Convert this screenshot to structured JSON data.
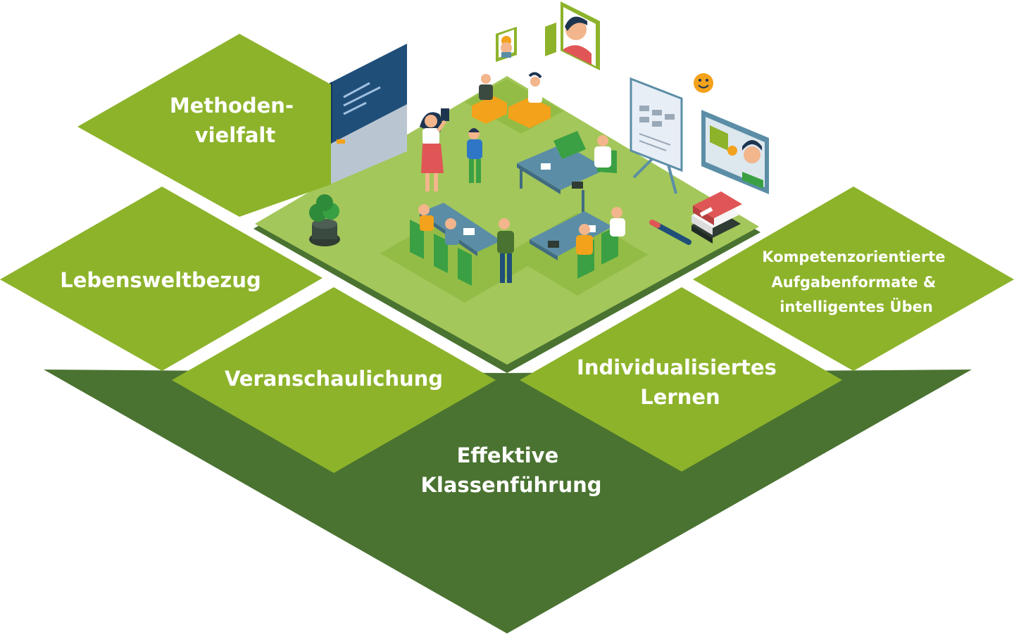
{
  "diagram": {
    "tiles": [
      {
        "key": "methodenvielfalt",
        "lines": [
          "Methoden-",
          "vielfalt"
        ],
        "color": "#8db32b"
      },
      {
        "key": "lebensweltbezug",
        "lines": [
          "Lebensweltbezug"
        ],
        "color": "#8db32b"
      },
      {
        "key": "veranschaulichung",
        "lines": [
          "Veranschaulichung"
        ],
        "color": "#8db32b"
      },
      {
        "key": "individualisiertes-lernen",
        "lines": [
          "Individualisiertes",
          "Lernen"
        ],
        "color": "#8db32b"
      },
      {
        "key": "kompetenzorientierte",
        "lines": [
          "Kompetenzorientierte",
          "Aufgabenformate &",
          "intelligentes Üben"
        ],
        "color": "#8db32b"
      },
      {
        "key": "effektive-klassenfuehrung",
        "lines": [
          "Effektive",
          "Klassenführung"
        ],
        "color": "#4a7331"
      }
    ],
    "colors": {
      "base": "#4a7331",
      "tile": "#8db32b",
      "floor": "#a3c75a",
      "floor_inner": "#93bc46",
      "board": "#1f4e79",
      "desk": "#5b8ea6",
      "chair": "#3aa043",
      "skin": "#f2b58c",
      "hair": "#1e3550",
      "orange": "#f3a21b",
      "red": "#e05656"
    },
    "icons": [
      "chalkboard-icon",
      "plant-icon",
      "books-icon",
      "pencil-icon",
      "flipchart-icon",
      "video-screen-icon",
      "smiley-icon",
      "avatar-icon"
    ]
  }
}
